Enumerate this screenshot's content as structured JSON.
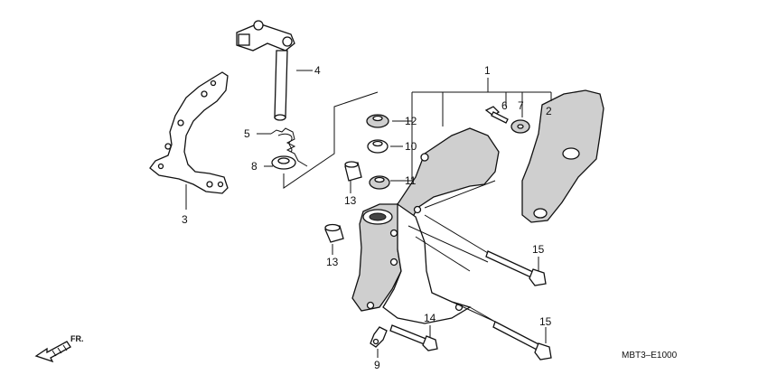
{
  "callouts": {
    "c1": "1",
    "c2": "2",
    "c3": "3",
    "c4": "4",
    "c5": "5",
    "c6": "6",
    "c7": "7",
    "c8": "8",
    "c9": "9",
    "c10": "10",
    "c11": "11",
    "c12": "12",
    "c13a": "13",
    "c13b": "13",
    "c14": "14",
    "c15a": "15",
    "c15b": "15"
  },
  "diagram_code": "MBT3–E1000",
  "direction_label": "FR."
}
